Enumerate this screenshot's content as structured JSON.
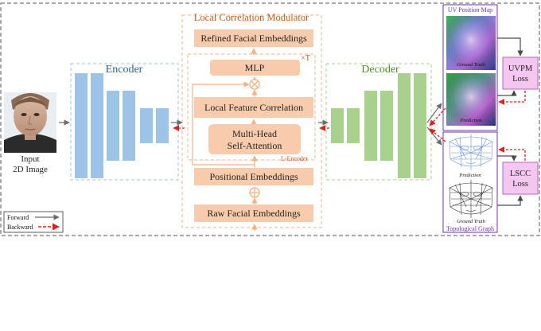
{
  "input": {
    "label_line1": "Input",
    "label_line2": "2D Image"
  },
  "encoder": {
    "title": "Encoder"
  },
  "decoder": {
    "title": "Decoder"
  },
  "lcm": {
    "title": "Local Correlation Modulator",
    "refined": "Refined Facial Embeddings",
    "mlp": "MLP",
    "times_t": "×T",
    "lfc": "Local Feature Correlation",
    "mhsa_line1": "Multi-Head",
    "mhsa_line2": "Self-Attention",
    "lencoder": "L-Encoder",
    "positional": "Positional Embeddings",
    "raw": "Raw Facial Embeddings"
  },
  "uv": {
    "title": "UV Position Map",
    "gt": "Ground Truth",
    "pred": "Prediction"
  },
  "topo": {
    "title": "Topological Graph",
    "pred": "Prediction",
    "gt": "Ground Truth"
  },
  "losses": {
    "uvpm_line1": "UVPM",
    "uvpm_line2": "Loss",
    "lscc_line1": "LSCC",
    "lscc_line2": "Loss"
  },
  "legend": {
    "forward": "Forward",
    "backward": "Backward"
  },
  "colors": {
    "encoder_block": "#9dc3e6",
    "decoder_block": "#a9d18e",
    "lcm_block": "#f8cbad",
    "lcm_dash": "#f4b183",
    "lcm_title": "#c55a11",
    "loss_box": "#f4c7f0",
    "loss_border": "#c063bd",
    "purple_border": "#7030a0",
    "backward_arrow": "#e02020"
  }
}
